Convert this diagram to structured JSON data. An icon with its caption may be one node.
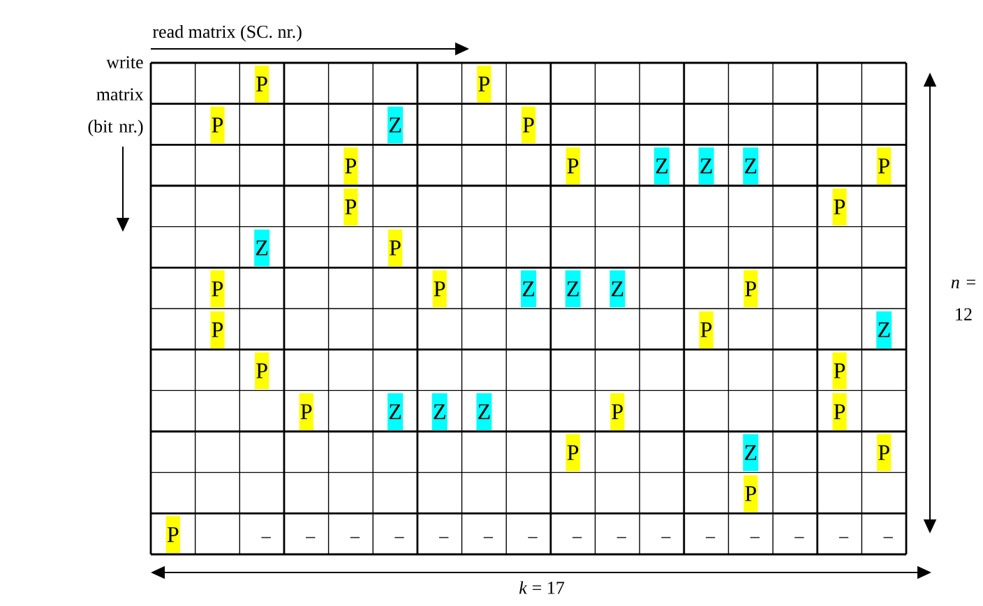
{
  "diagram": {
    "labels": [
      "read matrix (SC. nr.)",
      "write matrix (bit nr.)",
      "P",
      "P",
      "P",
      "Z",
      "P",
      "P",
      "P",
      "Z",
      "Z",
      "Z",
      "P",
      "P",
      "P",
      "Z",
      "P",
      "P",
      "P",
      "Z",
      "Z",
      "Z",
      "P",
      "P",
      "P",
      "Z",
      "P",
      "P",
      "P",
      "Z",
      "Z",
      "Z",
      "P",
      "P",
      "P",
      "Z",
      "P",
      "P",
      "P",
      "–",
      "–",
      "–",
      "–",
      "–",
      "–",
      "–",
      "–",
      "–",
      "–",
      "–",
      "–",
      "–",
      "–",
      "–",
      "*n* = 12",
      "*k* = 17"
    ]
  }
}
